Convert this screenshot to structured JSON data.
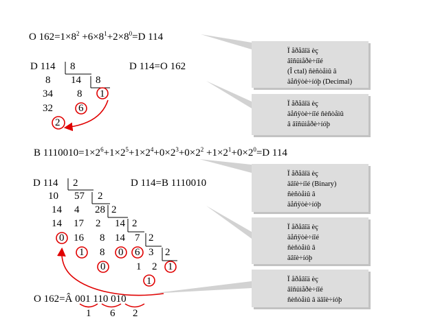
{
  "section1": {
    "formula_parts": [
      "O 162=1×8",
      "2",
      " +6×8",
      "1",
      "+2×8",
      "0",
      "=D 114"
    ],
    "division": {
      "dividend": "D 114",
      "divisor": "8",
      "row1": [
        "8",
        "14",
        "8"
      ],
      "row2": [
        "34",
        "8",
        "1"
      ],
      "row3": [
        "32",
        "6"
      ],
      "row4": [
        "2"
      ]
    },
    "result": "D 114=O 162"
  },
  "section2": {
    "formula_parts": [
      "B 1110010=1×2",
      "6",
      "+1×2",
      "5",
      "+1×2",
      "4",
      "+0×2",
      "3",
      "+0×2",
      "2",
      " +1×2",
      "1",
      "+0×2",
      "0",
      "=D 114"
    ],
    "division": {
      "dividend": "D 114",
      "divisor": "2",
      "row1": [
        "10",
        "57",
        "2"
      ],
      "row2": [
        "14",
        "4",
        "28",
        "2"
      ],
      "row3": [
        "14",
        "17",
        "2",
        "14",
        "2"
      ],
      "row4": [
        "0",
        "16",
        "8",
        "14",
        "7",
        "2"
      ],
      "row5": [
        "1",
        "8",
        "0",
        "6",
        "3",
        "2"
      ],
      "row6": [
        "0",
        "1",
        "2",
        "1"
      ],
      "row7": [
        "1"
      ]
    },
    "result": "D 114=B 1110010"
  },
  "section3": {
    "line": "O 162=Â 001 110 010",
    "digits": [
      "1",
      "6",
      "2"
    ]
  },
  "callouts": [
    {
      "lines": [
        "Ï åðåâîä èç",
        "âîñüìåðè÷íîé",
        "(Î ctal) ñèñòåìû â",
        "äåñÿòè÷íóþ (Decimal)"
      ]
    },
    {
      "lines": [
        "Ï åðåâîä èç",
        "äåñÿòè÷íîé ñèñòåìû",
        "â âîñüìåðè÷íóþ"
      ]
    },
    {
      "lines": [
        "Ï åðåâîä èç",
        "äâîè÷íîé (Binary)",
        "ñèñòåìû â",
        "äåñÿòè÷íóþ"
      ]
    },
    {
      "lines": [
        "Ï åðåâîä èç",
        "äåñÿòè÷íîé",
        "ñèñòåìû â",
        "äâîè÷íóþ"
      ]
    },
    {
      "lines": [
        "Ï åðåâîä èç",
        "âîñüìåðè÷íîé",
        "ñèñòåìû â äâîè÷íóþ"
      ]
    }
  ],
  "colors": {
    "ink": "#000000",
    "mark": "#e00000",
    "callout_fill": "#dddddd",
    "callout_shadow": "#c2c2c2"
  }
}
